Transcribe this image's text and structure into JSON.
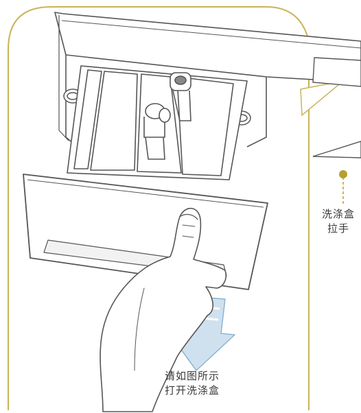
{
  "callout": {
    "handle_line1": "洗涤盒",
    "handle_line2": "拉手"
  },
  "instruction": {
    "line1": "请如图所示",
    "line2": "打开洗涤盒"
  },
  "colors": {
    "frame_border": "#c9b457",
    "marker": "#b4a032",
    "arrow_fill": "#cfe1ef",
    "arrow_stroke": "#8fb3cf",
    "line": "#555555"
  },
  "icons": {
    "hand": "hand-pulling-drawer",
    "arrow": "down-arrow"
  }
}
